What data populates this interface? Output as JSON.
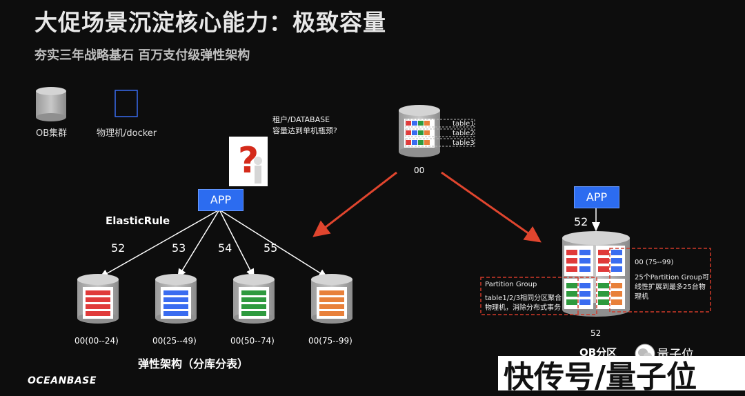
{
  "title": "大促场景沉淀核心能力：极致容量",
  "subtitle": "夯实三年战略基石 百万支付级弹性架构",
  "legend": {
    "cluster_label": "OB集群",
    "docker_label": "物理机/docker"
  },
  "question": {
    "line1": "租户/DATABASE",
    "line2": "容量达到单机瓶颈?"
  },
  "app_left": "APP",
  "app_right": "APP",
  "elastic_rule": "ElasticRule",
  "routes": [
    "52",
    "53",
    "54",
    "55"
  ],
  "shards": [
    {
      "label": "00(00--24)",
      "color": "#e03a3a"
    },
    {
      "label": "00(25--49)",
      "color": "#3a6cf0"
    },
    {
      "label": "00(50--74)",
      "color": "#2e9a3e"
    },
    {
      "label": "00(75--99)",
      "color": "#e8803a"
    }
  ],
  "top_db": {
    "label": "00",
    "tables": [
      "table1",
      "table2",
      "table3"
    ]
  },
  "right_db": {
    "above": "52",
    "below": "52",
    "caption": "OB分区"
  },
  "partition_group": {
    "title": "Partition Group",
    "desc_line1": "table1/2/3相同分区聚合",
    "desc_line2": "物理机，消除分布式事务"
  },
  "range_note": {
    "range": "00 (75--99)",
    "line1": "25个Partition Group可",
    "line2": "线性扩展到最多25台物",
    "line3": "理机"
  },
  "left_caption": "弹性架构（分库分表）",
  "brand": "OCEANBASE",
  "watermark": "快传号/量子位",
  "wechat_tag": "量子位",
  "colors": {
    "red": "#e03a3a",
    "blue": "#3a6cf0",
    "green": "#2e9a3e",
    "orange": "#e8803a",
    "app_blue": "#2c6cf0",
    "arrow_red": "#e0452e"
  }
}
